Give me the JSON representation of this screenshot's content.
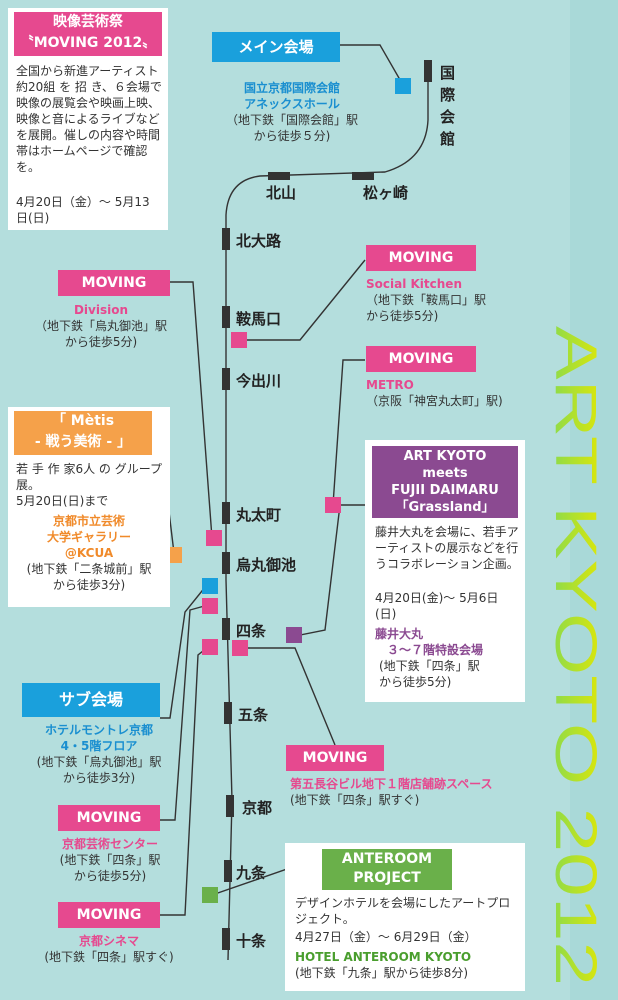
{
  "colors": {
    "pink": "#e6498f",
    "blue": "#1aa0dc",
    "orange": "#f5a14a",
    "purple": "#8b4a91",
    "green": "#6ab04a",
    "title_yellow": "#e8e800",
    "title_green": "#7ed957"
  },
  "title": "ART KYOTO 2012",
  "stations": [
    "国際会館",
    "松ヶ崎",
    "北山",
    "北大路",
    "鞍馬口",
    "今出川",
    "丸太町",
    "烏丸御池",
    "四条",
    "五条",
    "京都",
    "九条",
    "十条"
  ],
  "festival": {
    "label_line1": "映像芸術祭",
    "label_line2": "〝MOVING 2012〟",
    "body": "全国から新進アーティスト 約20組 を 招 き、６会場で映像の展覧会や映画上映、映像と音によるライブなどを展開。催しの内容や時間帯はホームページで確認を。",
    "dates": "4月20日（金）～ 5月13 日(日)"
  },
  "main_venue": {
    "label": "メイン会場",
    "name_line1": "国立京都国際会館",
    "name_line2": "アネックスホール",
    "access_line1": "（地下鉄「国際会館」駅",
    "access_line2": "から徒歩５分)"
  },
  "division": {
    "label": "MOVING",
    "name": "Division",
    "access_line1": "（地下鉄「烏丸御池」駅",
    "access_line2": "から徒歩5分)"
  },
  "social_kitchen": {
    "label": "MOVING",
    "name": "Social Kitchen",
    "access_line1": "（地下鉄「鞍馬口」駅",
    "access_line2": "から徒歩5分)"
  },
  "metro": {
    "label": "MOVING",
    "name": "METRO",
    "access": "（京阪「神宮丸太町」駅)"
  },
  "metis": {
    "label_line1": "「 Mètis",
    "label_line2": "- 戦う美術 - 」",
    "body": "若 手 作 家6人 の グループ展。",
    "dates": "5月20日(日)まで",
    "name_line1": "京都市立芸術",
    "name_line2": "大学ギャラリー",
    "name_line3": "@KCUA",
    "access_line1": "(地下鉄「二条城前」駅",
    "access_line2": "から徒歩3分)"
  },
  "grassland": {
    "label_line1": "ART KYOTO",
    "label_line2": "meets",
    "label_line3": "FUJII DAIMARU",
    "label_line4": "「Grassland」",
    "body": "藤井大丸を会場に、若手アーティストの展示などを行うコラボレーション企画。",
    "dates": "4月20日(金)～ 5月6日(日)",
    "name_line1": "藤井大丸",
    "name_line2": "３～７階特設会場",
    "access_line1": "(地下鉄「四条」駅",
    "access_line2": "から徒歩5分)"
  },
  "sub_venue": {
    "label": "サブ会場",
    "name_line1": "ホテルモントレ京都",
    "name_line2": "4・5階フロア",
    "access_line1": "(地下鉄「烏丸御池」駅",
    "access_line2": "から徒歩3分)"
  },
  "gobancho": {
    "label": "MOVING",
    "name": "第五長谷ビル地下１階店舗跡スペース",
    "access": "(地下鉄「四条」駅すぐ)"
  },
  "art_center": {
    "label": "MOVING",
    "name": "京都芸術センター",
    "access_line1": "(地下鉄「四条」駅",
    "access_line2": "から徒歩5分)"
  },
  "cinema": {
    "label": "MOVING",
    "name": "京都シネマ",
    "access": "(地下鉄「四条」駅すぐ)"
  },
  "anteroom": {
    "label_line1": "ANTEROOM",
    "label_line2": "PROJECT",
    "body": "デザインホテルを会場にしたアートプロジェクト。",
    "dates": "4月27日（金）～ 6月29日（金）",
    "name": "HOTEL ANTEROOM KYOTO",
    "access": "(地下鉄「九条」駅から徒歩8分)"
  }
}
